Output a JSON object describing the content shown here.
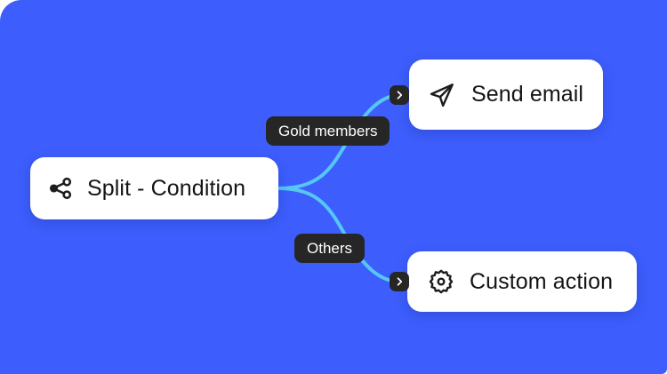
{
  "canvas": {
    "background_color": "#3d5efd",
    "connector_color": "#56c7f2",
    "pill_color": "#262626",
    "card_color": "#ffffff",
    "text_color": "#141414"
  },
  "nodes": [
    {
      "id": "split-condition",
      "label": "Split - Condition",
      "icon": "split-share-icon"
    },
    {
      "id": "send-email",
      "label": "Send email",
      "icon": "paper-plane-icon"
    },
    {
      "id": "custom-action",
      "label": "Custom action",
      "icon": "gear-icon"
    }
  ],
  "edges": [
    {
      "id": "edge-gold-members",
      "label": "Gold members",
      "from": "split-condition",
      "to": "send-email",
      "arrow_icon": "chevron-right-icon"
    },
    {
      "id": "edge-others",
      "label": "Others",
      "from": "split-condition",
      "to": "custom-action",
      "arrow_icon": "chevron-right-icon"
    }
  ]
}
